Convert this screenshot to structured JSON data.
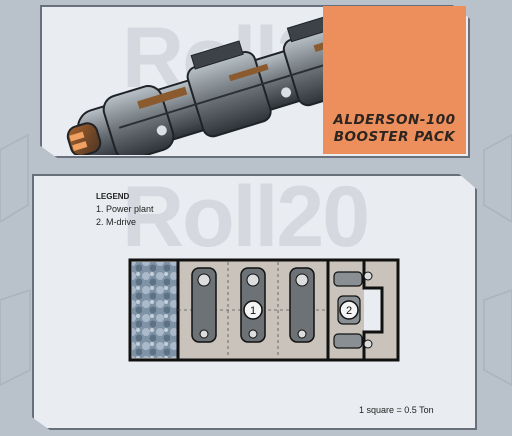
{
  "top_card": {
    "title": "ALDERSON-100\nBOOSTER PACK",
    "watermark": "Roll20",
    "accent_color": "#ed8f5c"
  },
  "bottom_card": {
    "legend": {
      "title": "LEGEND",
      "items": [
        "1. Power plant",
        "2. M-drive"
      ]
    },
    "scale_note": "1 square = 0.5 Ton",
    "watermark": "Roll20",
    "markers": [
      "1",
      "2"
    ]
  }
}
